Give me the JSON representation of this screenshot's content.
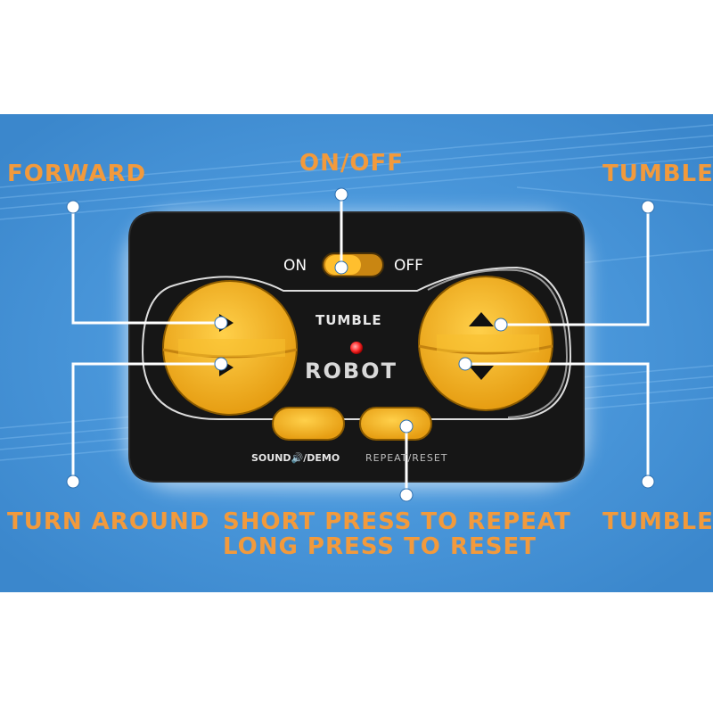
{
  "callouts": {
    "forward": "FORWARD",
    "on_off": "ON/OFF",
    "tumble_top": "TUMBLE",
    "turn_around": "TURN AROUND",
    "repeat_line1": "SHORT PRESS TO REPEAT",
    "repeat_line2": "LONG PRESS TO RESET",
    "tumble_bottom": "TUMBLE"
  },
  "device": {
    "switch_on_label": "ON",
    "switch_off_label": "OFF",
    "title_top": "TUMBLE",
    "title_bottom": "ROBOT",
    "sound_demo_label": "SOUND🔊/DEMO",
    "repeat_reset_label": "REPEAT/RESET"
  },
  "colors": {
    "background_blue": "#3f8fd4",
    "callout_orange": "#f29a3c",
    "button_yellow": "#f6b21c",
    "body_black": "#161616",
    "led_red": "#ff3030",
    "leader_white": "#ffffff"
  },
  "icons": [
    "speaker-icon",
    "arrow-up-icon",
    "arrow-down-icon",
    "arrow-right-icon",
    "led-indicator"
  ]
}
